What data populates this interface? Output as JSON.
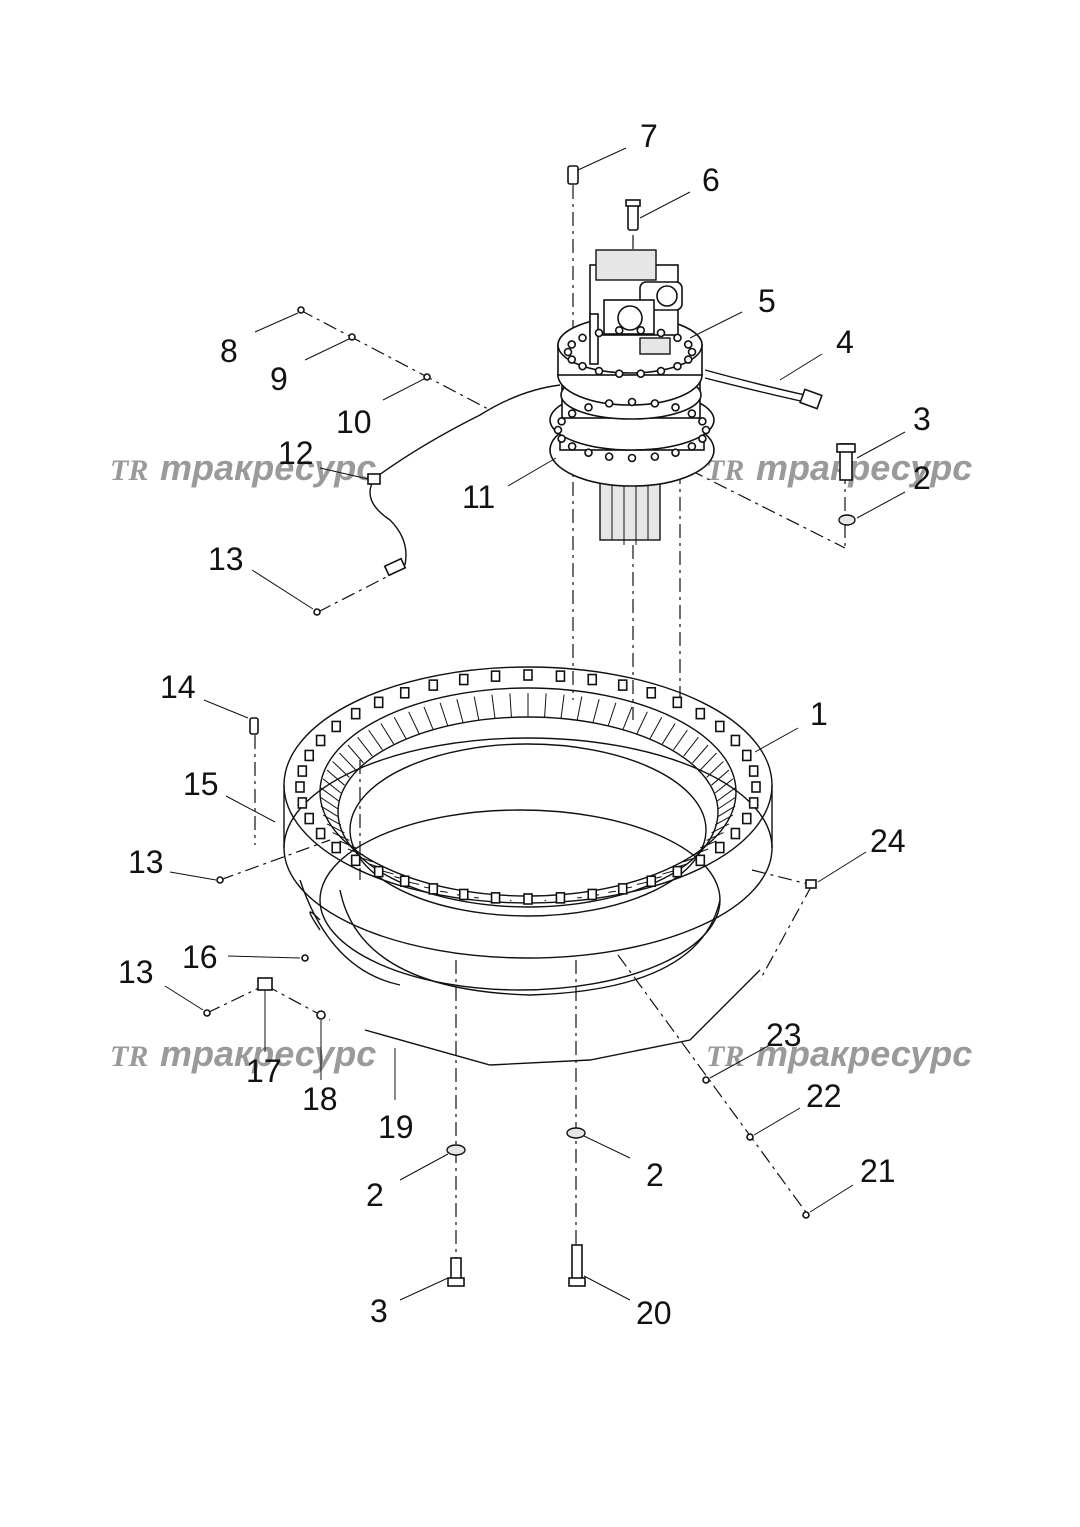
{
  "watermark": {
    "logo": "TR",
    "text": "тракресурс"
  },
  "callouts": [
    "1",
    "2",
    "3",
    "4",
    "5",
    "6",
    "7",
    "8",
    "9",
    "10",
    "11",
    "12",
    "13",
    "14",
    "15",
    "16",
    "17",
    "18",
    "19",
    "20",
    "21",
    "22",
    "23",
    "24"
  ],
  "extra_callouts": {
    "c2a": "2",
    "c2b": "2",
    "c2c": "2",
    "c3a": "3",
    "c3b": "3",
    "c13a": "13",
    "c13b": "13",
    "c13c": "13"
  }
}
